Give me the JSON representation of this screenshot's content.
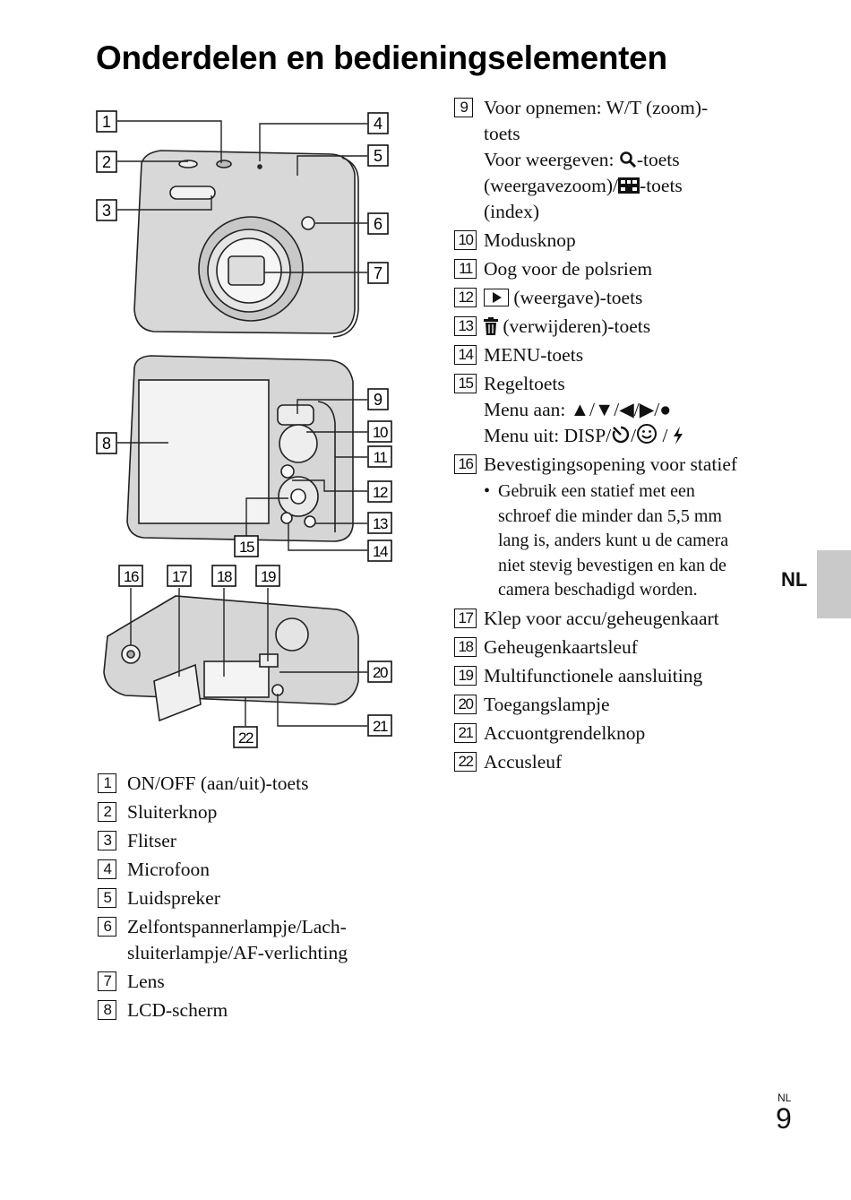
{
  "page": {
    "title": "Onderdelen en bedieningselementen",
    "lang_tab": "NL",
    "page_superscript": "NL",
    "page_number": "9"
  },
  "callouts": [
    "1",
    "2",
    "3",
    "4",
    "5",
    "6",
    "7",
    "8",
    "9",
    "10",
    "11",
    "12",
    "13",
    "14",
    "15",
    "16",
    "17",
    "18",
    "19",
    "20",
    "21",
    "22"
  ],
  "left_items": [
    {
      "num": "1",
      "text": "ON/OFF (aan/uit)-toets"
    },
    {
      "num": "2",
      "text": "Sluiterknop"
    },
    {
      "num": "3",
      "text": "Flitser"
    },
    {
      "num": "4",
      "text": "Microfoon"
    },
    {
      "num": "5",
      "text": "Luidspreker"
    },
    {
      "num": "6",
      "text": "Zelfontspannerlampje/Lach-",
      "text2": "sluiterlampje/AF-verlichting"
    },
    {
      "num": "7",
      "text": "Lens"
    },
    {
      "num": "8",
      "text": "LCD-scherm"
    }
  ],
  "right_items": {
    "i9": {
      "num": "9",
      "l1": "Voor opnemen: W/T (zoom)-",
      "l2": "toets",
      "l3a": "Voor weergeven: ",
      "l3b": "-toets",
      "l4b": "(weergavezoom)/",
      "l4c": "-toets",
      "l5": "(index)"
    },
    "i10": {
      "num": "10",
      "text": "Modusknop"
    },
    "i11": {
      "num": "11",
      "text": "Oog voor de polsriem"
    },
    "i12": {
      "num": "12",
      "text": " (weergave)-toets"
    },
    "i13": {
      "num": "13",
      "text": " (verwijderen)-toets"
    },
    "i14": {
      "num": "14",
      "text": "MENU-toets"
    },
    "i15": {
      "num": "15",
      "l1": "Regeltoets",
      "l2": "Menu aan: ▲/▼/◀/▶/●",
      "l3a": "Menu uit: DISP/",
      "l3b": "/",
      "l3c": " / "
    },
    "i16": {
      "num": "16",
      "text": "Bevestigingsopening voor statief",
      "bullet": "•",
      "sub": [
        "Gebruik een statief met een",
        "schroef die minder dan 5,5 mm",
        "lang is, anders kunt u de camera",
        "niet stevig bevestigen en kan de",
        "camera beschadigd worden."
      ]
    },
    "i17": {
      "num": "17",
      "text": "Klep voor accu/geheugenkaart"
    },
    "i18": {
      "num": "18",
      "text": "Geheugenkaartsleuf"
    },
    "i19": {
      "num": "19",
      "text": "Multifunctionele aansluiting"
    },
    "i20": {
      "num": "20",
      "text": "Toegangslampje"
    },
    "i21": {
      "num": "21",
      "text": "Accuontgrendelknop"
    },
    "i22": {
      "num": "22",
      "text": "Accusleuf"
    }
  },
  "icons": [
    "magnifier-icon",
    "index-grid-icon",
    "play-icon",
    "trash-icon",
    "self-timer-icon",
    "smile-icon",
    "flash-icon"
  ]
}
